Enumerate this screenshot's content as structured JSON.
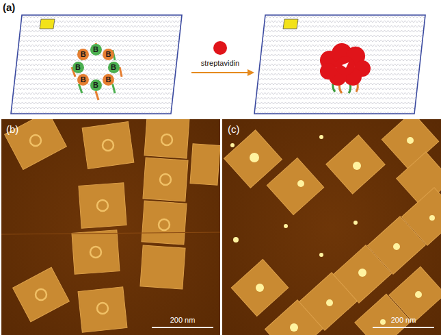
{
  "diagram": {
    "nodes": [
      {
        "text": [
          "B"
        ]
      },
      {
        "text": [
          "B"
        ]
      },
      {
        "text": [
          "B"
        ]
      },
      {
        "text": [
          "B"
        ]
      },
      {
        "text": [
          "B"
        ]
      },
      {
        "text": [
          "B"
        ]
      },
      {
        "text": [
          "B"
        ]
      },
      {
        "text": [
          "B"
        ]
      }
    ],
    "labels": [
      "(a)",
      "streptavidin",
      "(b)",
      "(c)",
      "200 nm",
      "200 nm"
    ]
  }
}
